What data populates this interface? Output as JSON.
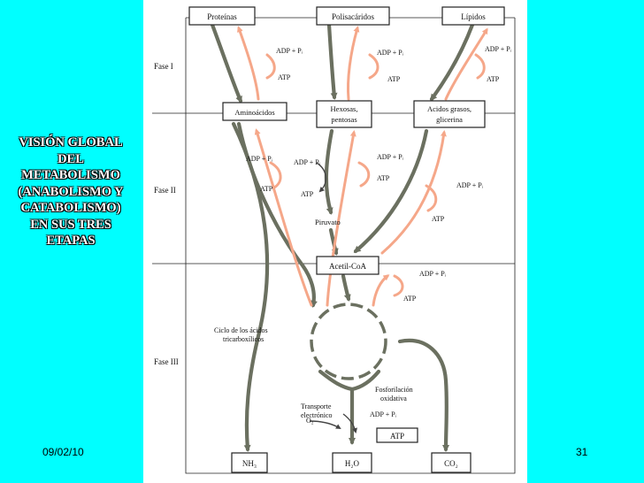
{
  "slide": {
    "caption_lines": [
      "VISIÓN GLOBAL",
      "DEL",
      "METABOLISMO",
      "(ANABOLISMO Y",
      "CATABOLISMO)",
      "EN SUS TRES",
      "ETAPAS"
    ],
    "date": "09/02/10",
    "page_number": "31",
    "background_color": "#00ffff"
  },
  "diagram": {
    "phases": [
      "Fase I",
      "Fase II",
      "Fase III"
    ],
    "boxes": {
      "proteinas": "Proteínas",
      "polisacaridos": "Polisacáridos",
      "lipidos": "Lípidos",
      "aminoacidos": "Aminoácidos",
      "hexosas": [
        "Hexosas,",
        "pentosas"
      ],
      "acidos_grasos": [
        "Acidos grasos,",
        "glicerina"
      ],
      "acetil_coa": "Acetil-CoA",
      "atp_box": "ATP",
      "nh3": "NH₃",
      "h2o": "H₂O",
      "co2": "CO₂"
    },
    "labels": {
      "adp_pi": "ADP + Pᵢ",
      "atp": "ATP",
      "piruvato": "Piruvato",
      "ciclo": [
        "Ciclo de los ácidos",
        "tricarboxílicos"
      ],
      "fosforilacion": [
        "Fosforilación",
        "oxidativa"
      ],
      "transporte": [
        "Transporte",
        "electrónico"
      ],
      "o2": "O₂"
    },
    "colors": {
      "catabolic": "#6b7060",
      "anabolic": "#f5a789"
    }
  }
}
